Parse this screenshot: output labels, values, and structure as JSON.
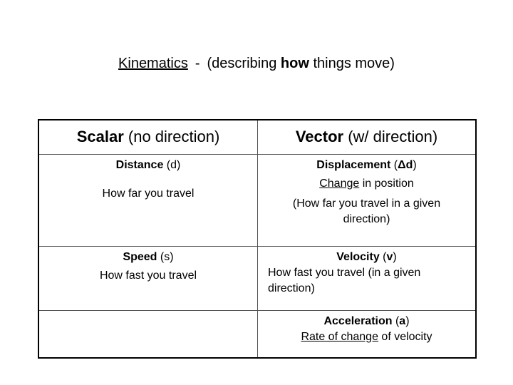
{
  "title": {
    "term": "Kinematics",
    "separator": "-",
    "prefix": "(describing ",
    "bold": "how",
    "suffix": " things move)"
  },
  "table": {
    "headers": [
      {
        "bold": "Scalar",
        "rest": " (no direction)"
      },
      {
        "bold": "Vector",
        "rest": " (w/ direction)"
      }
    ],
    "rows": [
      {
        "scalar": {
          "term": "Distance",
          "symbol": " (d)",
          "desc": "How far you travel"
        },
        "vector": {
          "term": "Displacement",
          "symbol_open": " (",
          "symbol": "Δd",
          "symbol_close": ")",
          "desc_u": "Change",
          "desc_rest": " in position",
          "desc2": "(How far you travel in a given direction)"
        }
      },
      {
        "scalar": {
          "term": "Speed",
          "symbol": " (s)",
          "desc": "How fast you travel"
        },
        "vector": {
          "term": "Velocity",
          "symbol_open": " (",
          "symbol": "v",
          "symbol_close": ")",
          "desc": "How fast you travel (in a given direction)"
        }
      },
      {
        "scalar": {},
        "vector": {
          "term": "Acceleration",
          "symbol_open": " (",
          "symbol": "a",
          "symbol_close": ")",
          "desc_u": "Rate of change",
          "desc_rest": " of velocity"
        }
      }
    ]
  }
}
